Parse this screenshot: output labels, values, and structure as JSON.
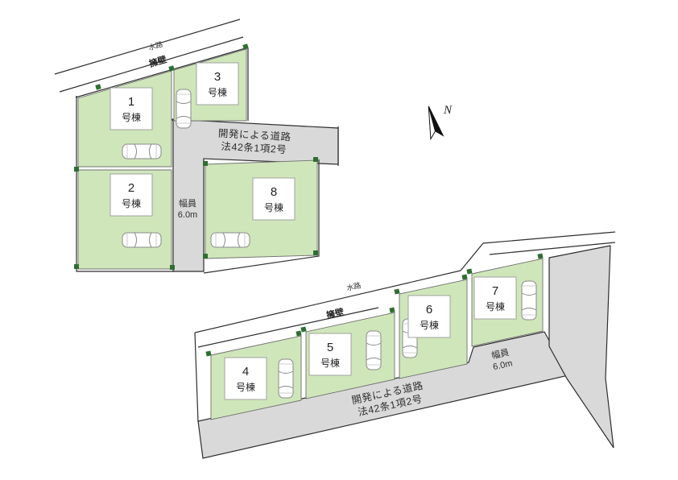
{
  "plan": {
    "compass": {
      "label": "N"
    },
    "plots": [
      {
        "num": "1",
        "suffix": "号棟"
      },
      {
        "num": "2",
        "suffix": "号棟"
      },
      {
        "num": "3",
        "suffix": "号棟"
      },
      {
        "num": "4",
        "suffix": "号棟"
      },
      {
        "num": "5",
        "suffix": "号棟"
      },
      {
        "num": "6",
        "suffix": "号棟"
      },
      {
        "num": "7",
        "suffix": "号棟"
      },
      {
        "num": "8",
        "suffix": "号棟"
      }
    ],
    "roads": {
      "dev_road_line1": "開発による道路",
      "dev_road_line2": "法42条1項2号",
      "width_caption": "幅員",
      "width_value": "6.0m"
    },
    "boundaries": {
      "waterway": "水路",
      "retaining_wall": "擁壁"
    },
    "colors": {
      "plot_green": "#cfe6ba",
      "road_gray": "#d9d9d9",
      "marker_green": "#2f6e33",
      "line_dark": "#2e2e2e"
    }
  }
}
